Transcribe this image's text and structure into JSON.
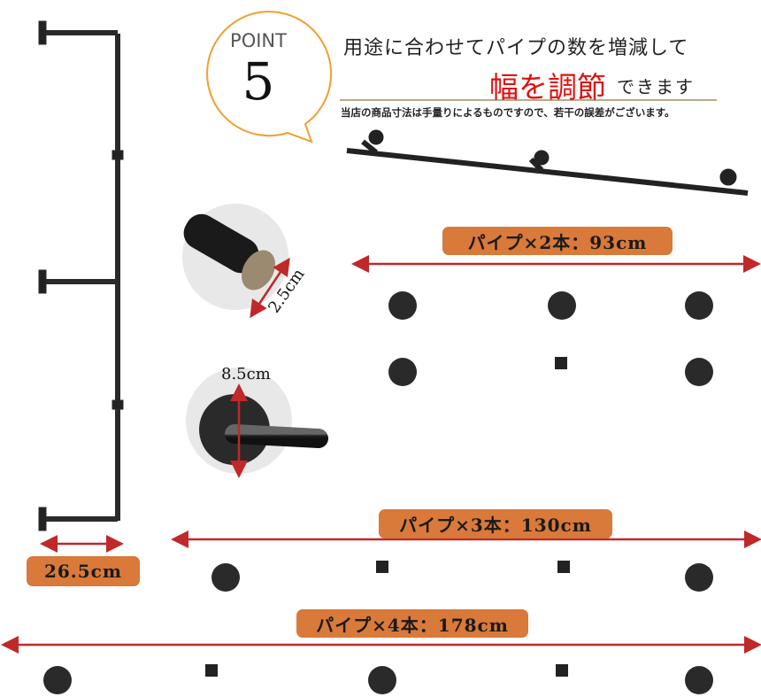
{
  "point": {
    "label": "POINT",
    "number": "5"
  },
  "headline": {
    "line1": "用途に合わせてパイプの数を増減して",
    "emphasis": "幅を調節",
    "suffix": "できます"
  },
  "note": "当店の商品寸法は手量りによるものですので、若干の誤差がございます。",
  "dimensions": {
    "thread_diameter": "2.5cm",
    "flange_diameter": "8.5cm",
    "depth": "26.5cm"
  },
  "configs": [
    {
      "label": "パイプ×2本：93cm"
    },
    {
      "label": "パイプ×3本：130cm"
    },
    {
      "label": "パイプ×4本：178cm"
    }
  ],
  "colors": {
    "accent": "#d9793a",
    "arrow": "#c0282a",
    "emphasis": "#e01010",
    "bubble": "#f0a030"
  }
}
